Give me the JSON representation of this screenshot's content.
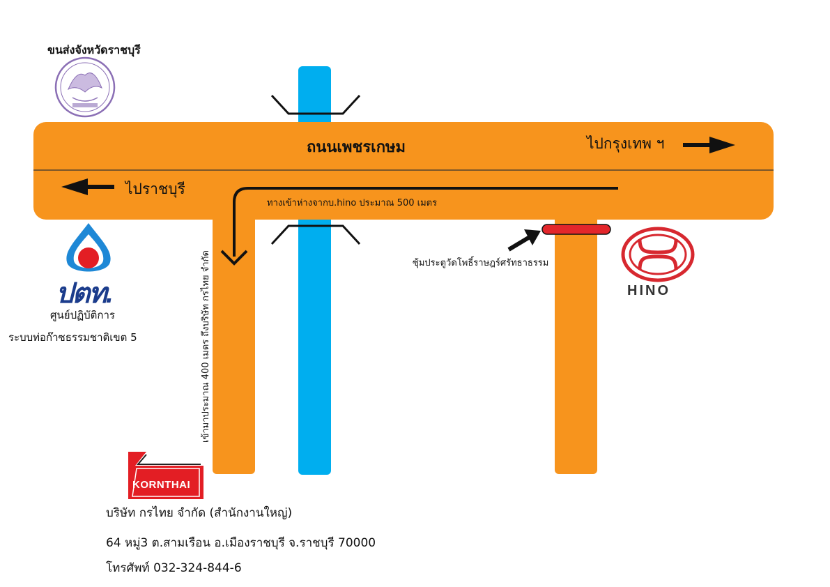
{
  "map": {
    "road_name": "ถนนเพชรเกษม",
    "to_bangkok": "ไปกรุงเทพ ฯ",
    "to_ratchaburi": "ไปราชบุรี",
    "entrance_note": "ทางเข้าห่างจากบ.hino ประมาณ 500 เมตร",
    "gate_note": "ซุ้มประตูวัดโพธิ์ราษฎร์ศรัทธาธรรม",
    "vertical_note": "เข้ามาประมาณ 400 เมตร ถึงบริษัท กรไทย จำกัด"
  },
  "landmarks": {
    "seal_caption": "ขนส่งจังหวัดราชบุรี",
    "ptt_wordmark": "ปตท.",
    "ptt_caption_line1": "ศูนย์ปฏิบัติการ",
    "ptt_caption_line2": "ระบบท่อก๊าซธรรมชาติเขต 5",
    "hino_wordmark": "HINO",
    "kornthai_wordmark": "KORNTHAI"
  },
  "company": {
    "name": "บริษัท กรไทย จำกัด (สำนักงานใหญ่)",
    "address": "64 หมู่3 ต.สามเรือน อ.เมืองราชบุรี จ.ราชบุรี 70000",
    "phone": "โทรศัพท์  032-324-844-6"
  },
  "colors": {
    "road": "#f7941d",
    "canal": "#00aeef",
    "gate": "#e3262b",
    "seal": "#8b6fb5",
    "ptt_blue": "#1b3c8c",
    "ptt_red": "#e31e24",
    "hino_red": "#d7282f",
    "kornthai_red": "#e31e24"
  }
}
